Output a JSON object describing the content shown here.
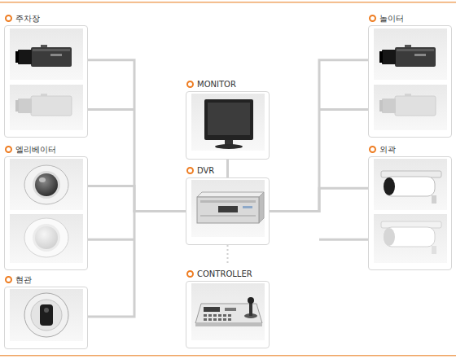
{
  "diagram": {
    "nodes": [
      {
        "text": [
          "주차장"
        ]
      },
      {
        "text": [
          "놀이터"
        ]
      },
      {
        "text": [
          "MONITOR"
        ]
      },
      {
        "text": [
          "DVR"
        ]
      },
      {
        "text": [
          "엘리베이터"
        ]
      },
      {
        "text": [
          "외곽"
        ]
      },
      {
        "text": [
          "CONTROLLER"
        ]
      },
      {
        "text": [
          "현관"
        ]
      }
    ],
    "edges": [
      {
        "from": 0,
        "to": 3,
        "arrow": "none"
      },
      {
        "from": 4,
        "to": 3,
        "arrow": "none"
      },
      {
        "from": 7,
        "to": 3,
        "arrow": "none"
      },
      {
        "from": 1,
        "to": 3,
        "arrow": "none"
      },
      {
        "from": 5,
        "to": 3,
        "arrow": "none"
      },
      {
        "from": 2,
        "to": 3,
        "arrow": "none"
      },
      {
        "from": 3,
        "to": 6,
        "arrow": "none"
      }
    ]
  }
}
